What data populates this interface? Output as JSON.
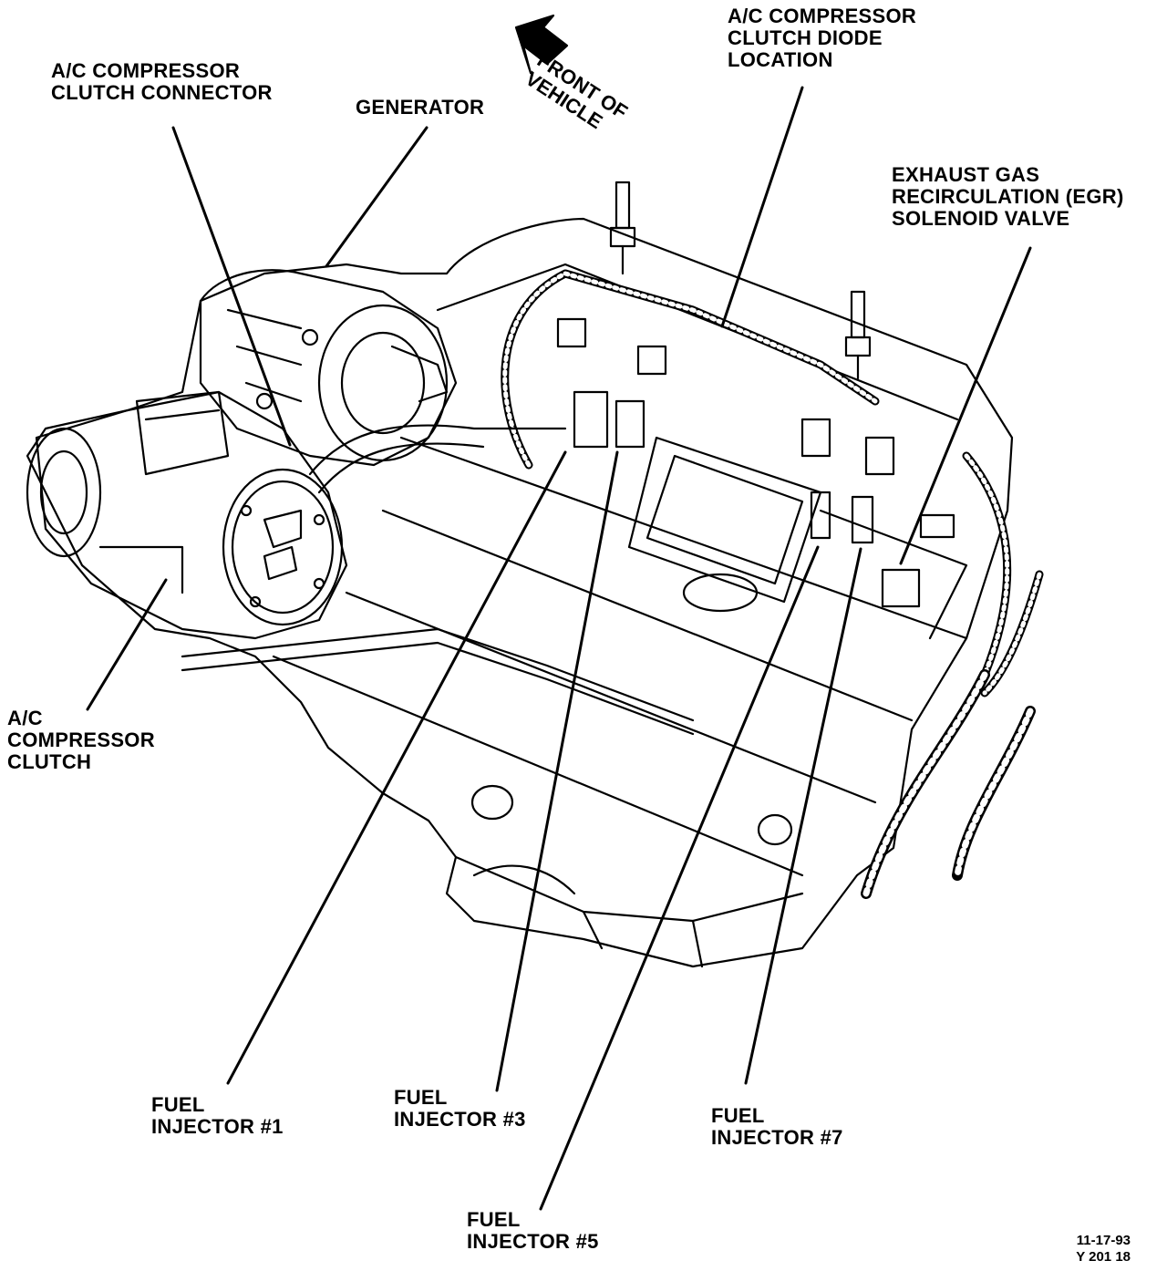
{
  "labels": {
    "ac_clutch_connector": [
      "A/C COMPRESSOR",
      "CLUTCH CONNECTOR"
    ],
    "generator": [
      "GENERATOR"
    ],
    "front_of_vehicle": [
      "FRONT OF",
      "VEHICLE"
    ],
    "ac_clutch_diode": [
      "A/C COMPRESSOR",
      "CLUTCH DIODE",
      "LOCATION"
    ],
    "egr_solenoid": [
      "EXHAUST GAS",
      "RECIRCULATION (EGR)",
      "SOLENOID VALVE"
    ],
    "ac_clutch": [
      "A/C",
      "COMPRESSOR",
      "CLUTCH"
    ],
    "fuel_injector_1": [
      "FUEL",
      "INJECTOR #1"
    ],
    "fuel_injector_3": [
      "FUEL",
      "INJECTOR #3"
    ],
    "fuel_injector_5": [
      "FUEL",
      "INJECTOR #5"
    ],
    "fuel_injector_7": [
      "FUEL",
      "INJECTOR #7"
    ]
  },
  "stamp": [
    "11-17-93",
    "Y 201 18"
  ]
}
